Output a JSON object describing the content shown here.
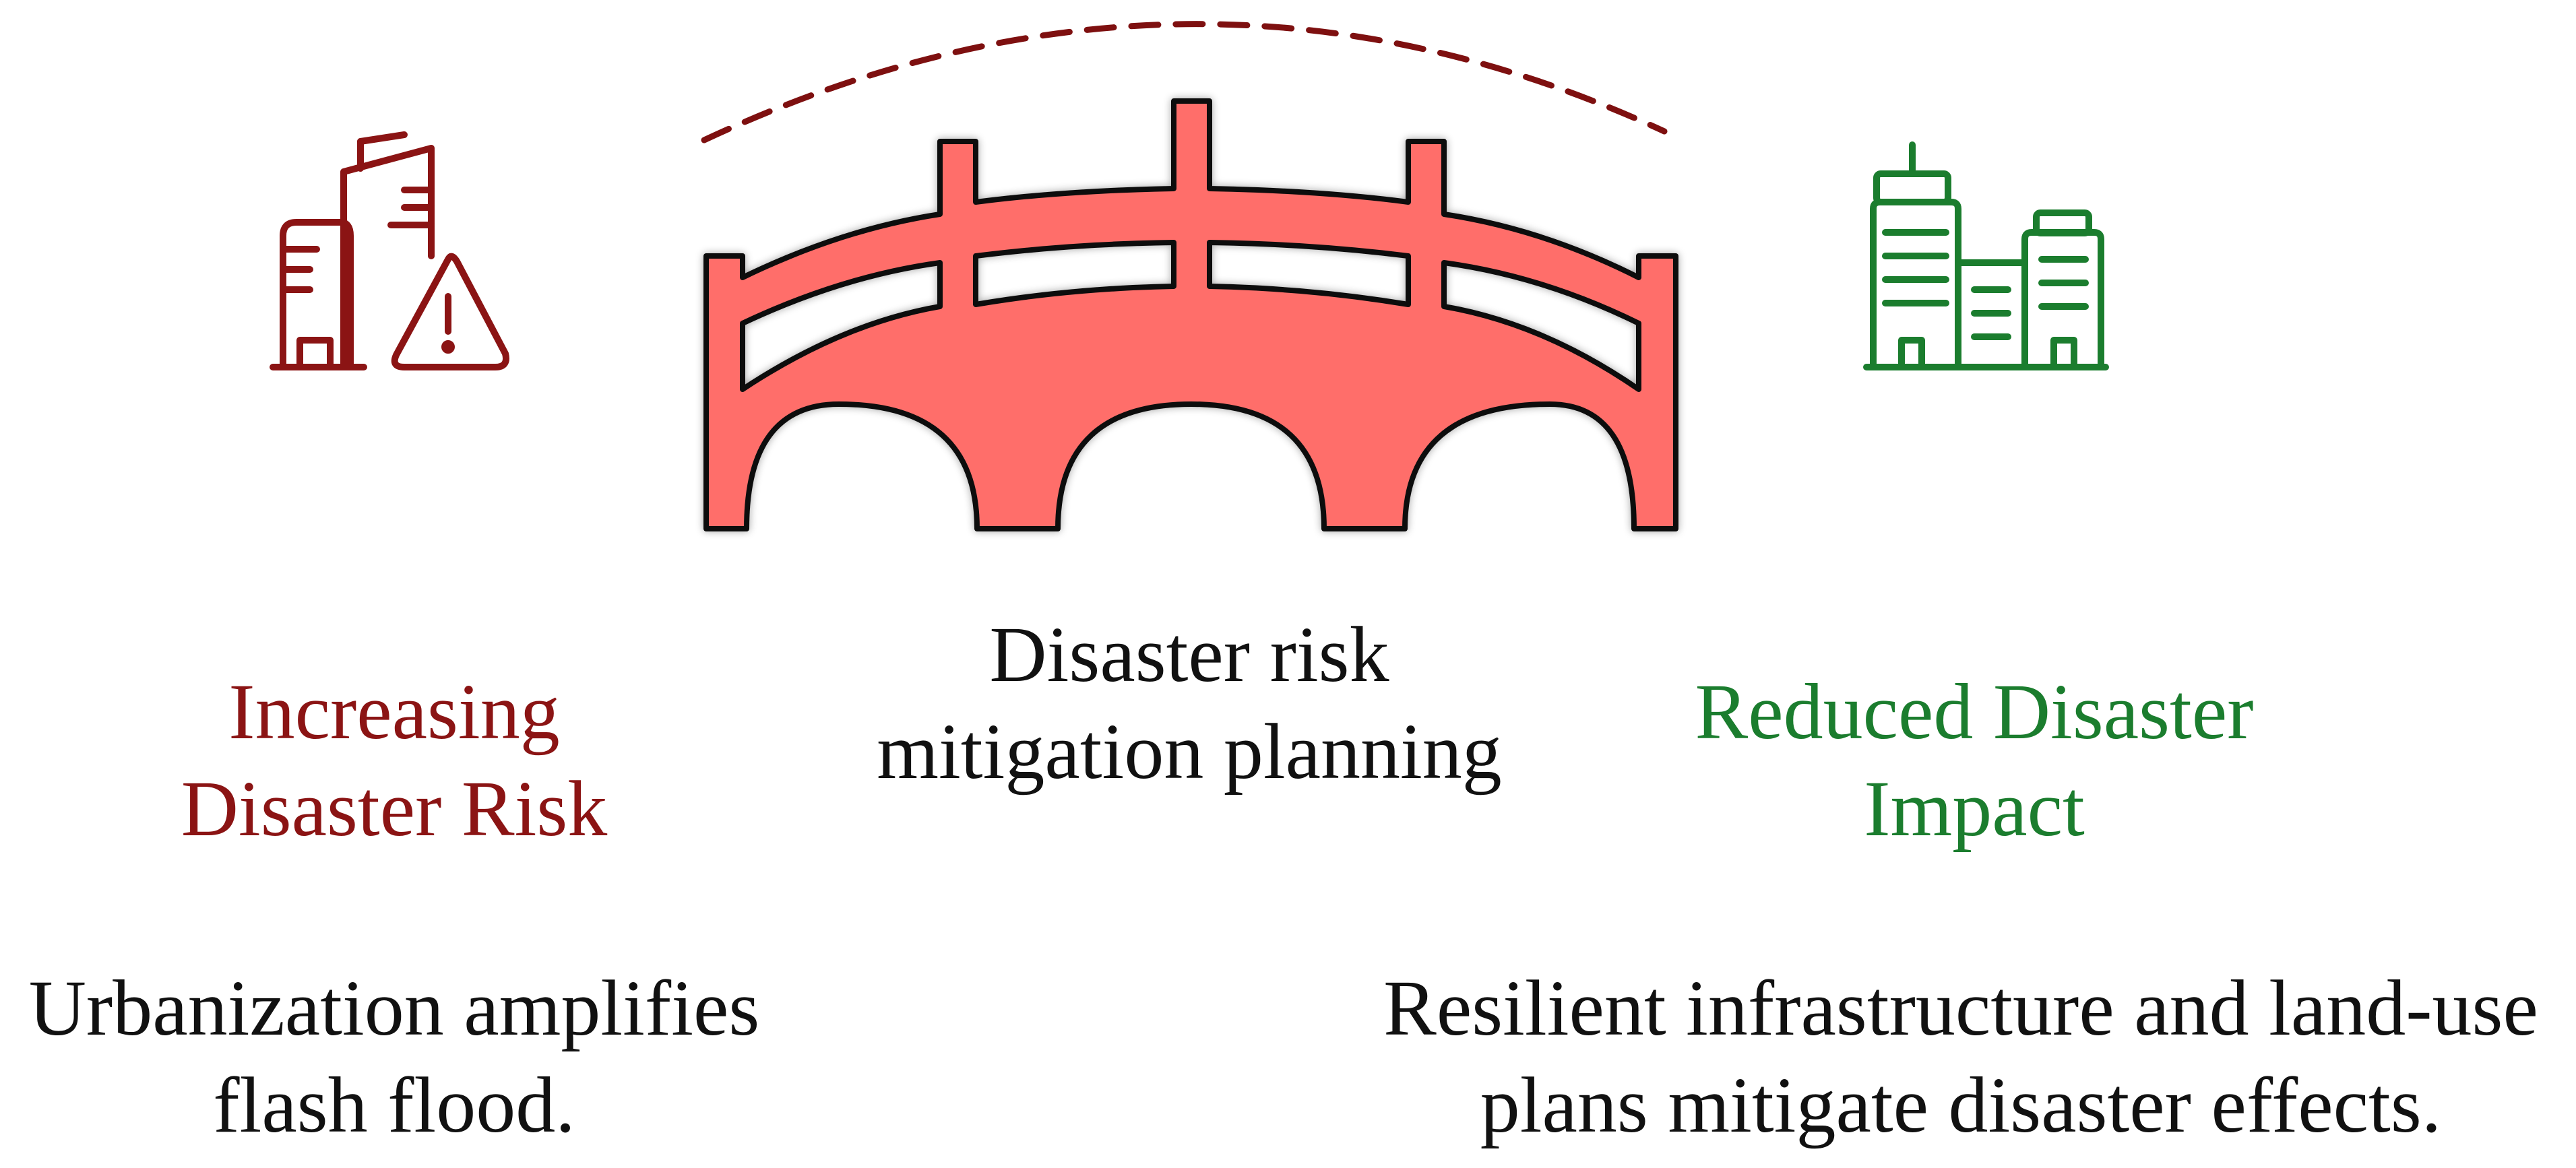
{
  "colors": {
    "risk": "#8b1414",
    "bridge_fill": "#ff6e6a",
    "bridge_stroke": "#111111",
    "impact": "#1b7d2e",
    "text": "#111111"
  },
  "risk": {
    "icon": "city-warning-icon",
    "title_line1": "Increasing",
    "title_line2": "Disaster Risk",
    "desc_line1": "Urbanization amplifies",
    "desc_line2": "flash flood."
  },
  "center": {
    "icon": "bridge-icon",
    "title_line1": "Disaster risk",
    "title_line2": "mitigation planning"
  },
  "impact": {
    "icon": "resilient-city-icon",
    "title_line1": "Reduced Disaster",
    "title_line2": "Impact",
    "desc_line1": "Resilient infrastructure and land-use",
    "desc_line2": "plans mitigate disaster effects."
  }
}
